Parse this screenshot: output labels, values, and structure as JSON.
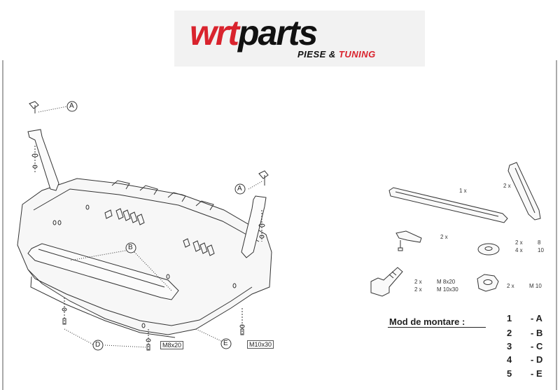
{
  "logo": {
    "brand_part1": "wrt",
    "brand_part2": "parts",
    "tagline_part1": "PIESE & ",
    "tagline_part2": "TUNING"
  },
  "callouts": {
    "a_top_left": "A",
    "a_right": "A",
    "b": "B",
    "d": "D",
    "e": "E",
    "bolt_m8x20": "M8x20",
    "bolt_m10x30": "M10x30"
  },
  "parts": {
    "long_bar_qty": "1 x",
    "short_bar_qty": "2 x",
    "clip_qty": "2 x",
    "washer_qty": "2 x",
    "washer_qty2": "4 x",
    "washer_size1": "8",
    "washer_size2": "10",
    "bolt_qty1": "2 x",
    "bolt_qty2": "2 x",
    "bolt_spec1": "M 8x20",
    "bolt_spec2": "M 10x30",
    "nut_qty": "2 x",
    "nut_spec": "M 10"
  },
  "mounting": {
    "title": "Mod de montare :",
    "rows": [
      {
        "num": "1",
        "letter": "- A"
      },
      {
        "num": "2",
        "letter": "- B"
      },
      {
        "num": "3",
        "letter": "- C"
      },
      {
        "num": "4",
        "letter": "- D"
      },
      {
        "num": "5",
        "letter": "- E"
      }
    ]
  }
}
